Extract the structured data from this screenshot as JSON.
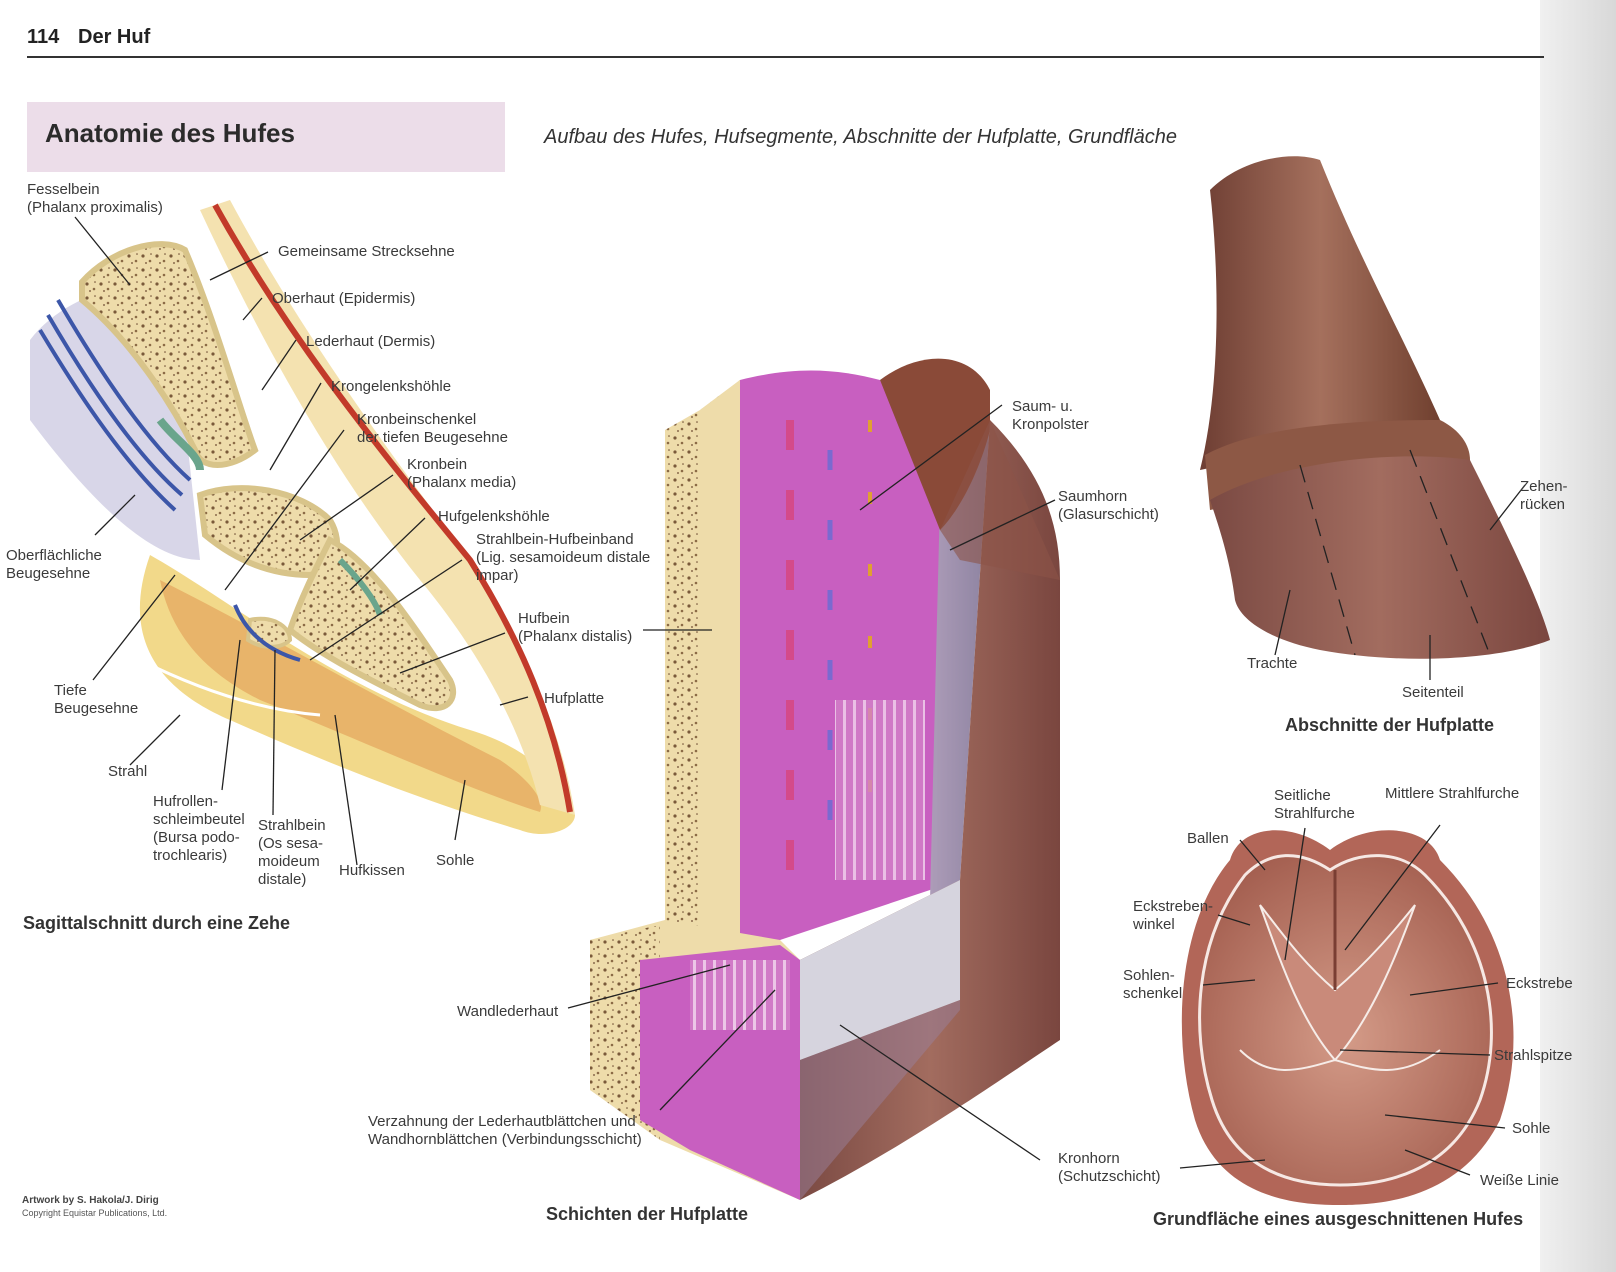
{
  "header": {
    "page_number": "114",
    "chapter": "Der Huf"
  },
  "title": "Anatomie des Hufes",
  "subtitle": "Aufbau des Hufes, Hufsegmente, Abschnitte der Hufplatte, Grundfläche",
  "figures": {
    "sagittal": {
      "caption": "Sagittalschnitt durch eine Zehe",
      "labels": {
        "fesselbein_1": "Fesselbein",
        "fesselbein_2": "(Phalanx proximalis)",
        "strecksehne": "Gemeinsame Strecksehne",
        "oberhaut": "Oberhaut (Epidermis)",
        "lederhaut": "Lederhaut (Dermis)",
        "krongelenk": "Krongelenkshöhle",
        "kronbeinschenkel_1": "Kronbeinschenkel",
        "kronbeinschenkel_2": "der tiefen Beugesehne",
        "kronbein_1": "Kronbein",
        "kronbein_2": "(Phalanx media)",
        "hufgelenk": "Hufgelenkshöhle",
        "strahlbeinband_1": "Strahlbein-Hufbeinband",
        "strahlbeinband_2": "(Lig. sesamoideum distale",
        "strahlbeinband_3": "impar)",
        "oberfl_1": "Oberflächliche",
        "oberfl_2": "Beugesehne",
        "hufbein_1": "Hufbein",
        "hufbein_2": "(Phalanx distalis)",
        "tiefe_1": "Tiefe",
        "tiefe_2": "Beugesehne",
        "hufplatte": "Hufplatte",
        "strahl": "Strahl",
        "hufrollen_1": "Hufrollen-",
        "hufrollen_2": "schleimbeutel",
        "hufrollen_3": "(Bursa podo-",
        "hufrollen_4": "trochlearis)",
        "strahlbein_1": "Strahlbein",
        "strahlbein_2": "(Os sesa-",
        "strahlbein_3": "moideum",
        "strahlbein_4": "distale)",
        "hufkissen": "Hufkissen",
        "sohle": "Sohle"
      }
    },
    "layers": {
      "caption": "Schichten der Hufplatte",
      "labels": {
        "saum_1": "Saum- u.",
        "saum_2": "Kronpolster",
        "saumhorn_1": "Saumhorn",
        "saumhorn_2": "(Glasurschicht)",
        "wandlederhaut": "Wandlederhaut",
        "verzahnung_1": "Verzahnung der Lederhautblättchen und",
        "verzahnung_2": "Wandhornblättchen (Verbindungsschicht)",
        "kronhorn_1": "Kronhorn",
        "kronhorn_2": "(Schutzschicht)"
      }
    },
    "hoof_wall": {
      "caption": "Abschnitte der Hufplatte",
      "labels": {
        "zehen_1": "Zehen-",
        "zehen_2": "rücken",
        "trachte": "Trachte",
        "seitenteil": "Seitenteil"
      }
    },
    "sole": {
      "caption": "Grundfläche eines ausgeschnittenen Hufes",
      "labels": {
        "seitliche_1": "Seitliche",
        "seitliche_2": "Strahlfurche",
        "mittlere": "Mittlere Strahlfurche",
        "ballen": "Ballen",
        "eckwinkel_1": "Eckstreben-",
        "eckwinkel_2": "winkel",
        "sohlenschenkel_1": "Sohlen-",
        "sohlenschenkel_2": "schenkel",
        "eckstrebe": "Eckstrebe",
        "strahlspitze": "Strahlspitze",
        "sohle": "Sohle",
        "weisse_linie": "Weiße Linie"
      }
    }
  },
  "credits": {
    "line1": "Artwork by S. Hakola/J. Dirig",
    "line2": "Copyright Equistar Publications, Ltd."
  },
  "colors": {
    "title_box": "#ecdde9",
    "bone": "#e9d59a",
    "hoof_horn": "#9b5a4e",
    "dermis": "#c960b8"
  }
}
